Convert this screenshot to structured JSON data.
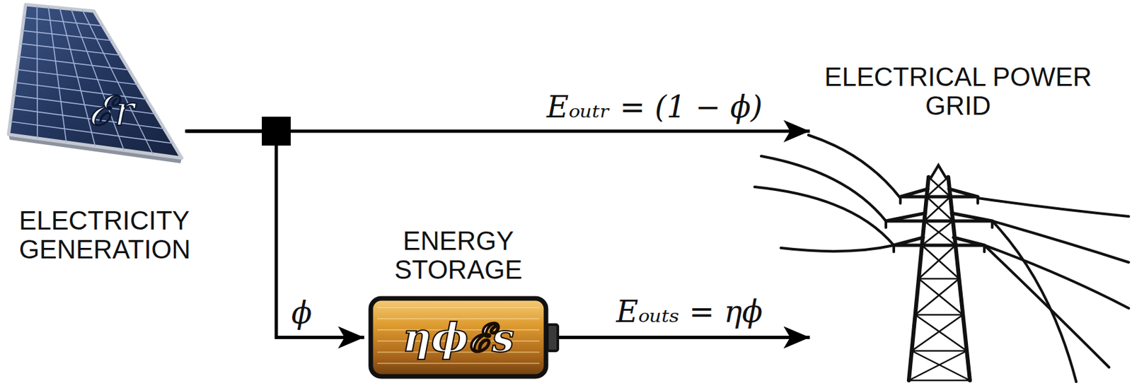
{
  "diagram": {
    "nodes": [
      {
        "text": [
          "ℰr",
          "ELECTRICITY GENERATION"
        ]
      },
      {
        "text": [
          "ELECTRICAL POWER GRID"
        ]
      },
      {
        "text": [
          "ηϕℰs",
          "ENERGY STORAGE"
        ]
      }
    ],
    "edges": [
      {
        "from": 0,
        "to": 1,
        "label": "Eₒᵤₜᵣ = (1 − ϕ)",
        "arrow": "to"
      },
      {
        "from": 0,
        "to": 2,
        "label": "ϕ",
        "arrow": "to"
      },
      {
        "from": 2,
        "to": 1,
        "label": "Eₒᵤₜₛ = ηϕ",
        "arrow": "to"
      }
    ]
  }
}
